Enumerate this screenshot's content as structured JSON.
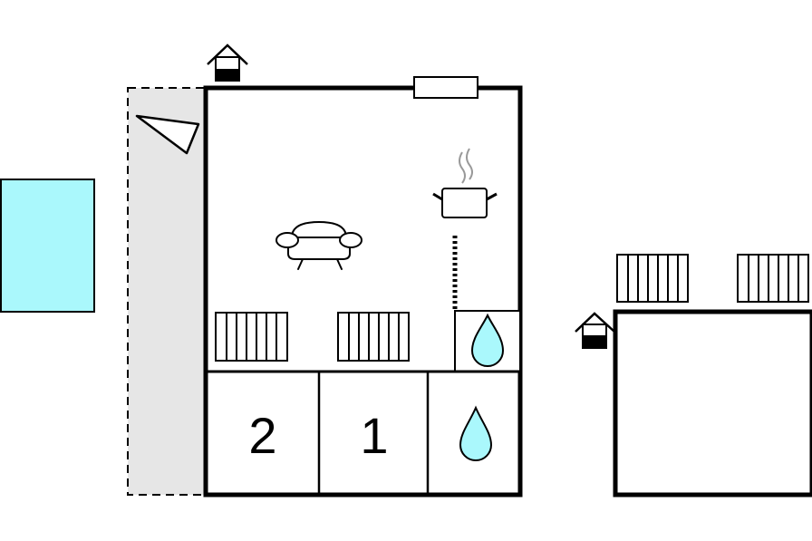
{
  "floorplan": {
    "rooms": [
      {
        "label": "2"
      },
      {
        "label": "1"
      }
    ],
    "colors": {
      "pool": "#aaf8fc",
      "terrace": "#e6e6e6",
      "water": "#aaf8fc",
      "wall": "#000000"
    },
    "icons": [
      "pool",
      "terrace",
      "entrance-icon",
      "window-icon",
      "sofa-icon",
      "cooking-pot-icon",
      "kitchen-counter-icon",
      "radiator-icon",
      "water-drop-icon",
      "garden-light-icon"
    ]
  }
}
